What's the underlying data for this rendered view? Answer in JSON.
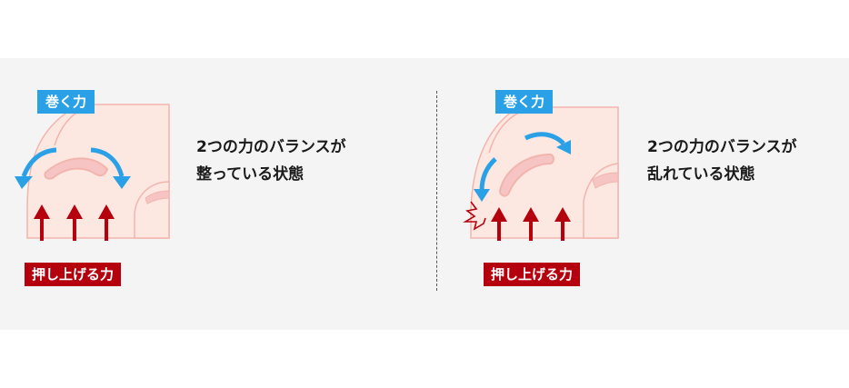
{
  "left": {
    "label_top": "巻く力",
    "label_bottom": "押し上げる力",
    "caption_line1": "2つの力のバランスが",
    "caption_line2": "整っている状態"
  },
  "right": {
    "label_top": "巻く力",
    "label_bottom": "押し上げる力",
    "caption_line1": "2つの力のバランスが",
    "caption_line2": "乱れている状態"
  },
  "colors": {
    "skin": "#fde7e1",
    "skin_line": "#f2b5ae",
    "nail": "#f7c4c4",
    "blue": "#2aa1e6",
    "red": "#b5000e"
  }
}
